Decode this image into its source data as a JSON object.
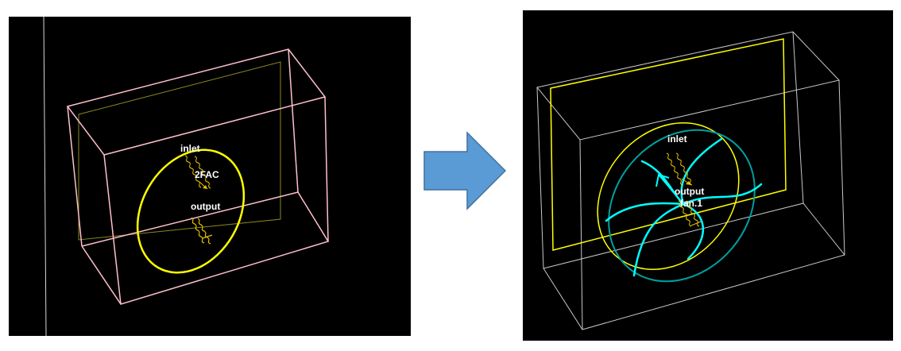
{
  "left_view": {
    "labels": {
      "inlet": "inlet",
      "object": "2FAC",
      "output": "output"
    },
    "colors": {
      "box": "#ffc0cb",
      "inner_frame": "#8a8a20",
      "ellipse": "#ffff00",
      "squiggle": "#e6c200",
      "label": "#ffffff",
      "background": "#000000"
    }
  },
  "right_view": {
    "labels": {
      "inlet": "inlet",
      "output": "output",
      "object": "fan.1"
    },
    "colors": {
      "box": "#c8c8c8",
      "inner_frame": "#ffff00",
      "ellipse": "#ffff00",
      "fan": "#00ffff",
      "fan_rim": "#00a0a0",
      "squiggle": "#e6c200",
      "label": "#ffffff",
      "background": "#000000"
    }
  },
  "transition_arrow": {
    "color": "#5b9bd5",
    "border": "#41719c",
    "icon": "arrow-right-icon"
  }
}
